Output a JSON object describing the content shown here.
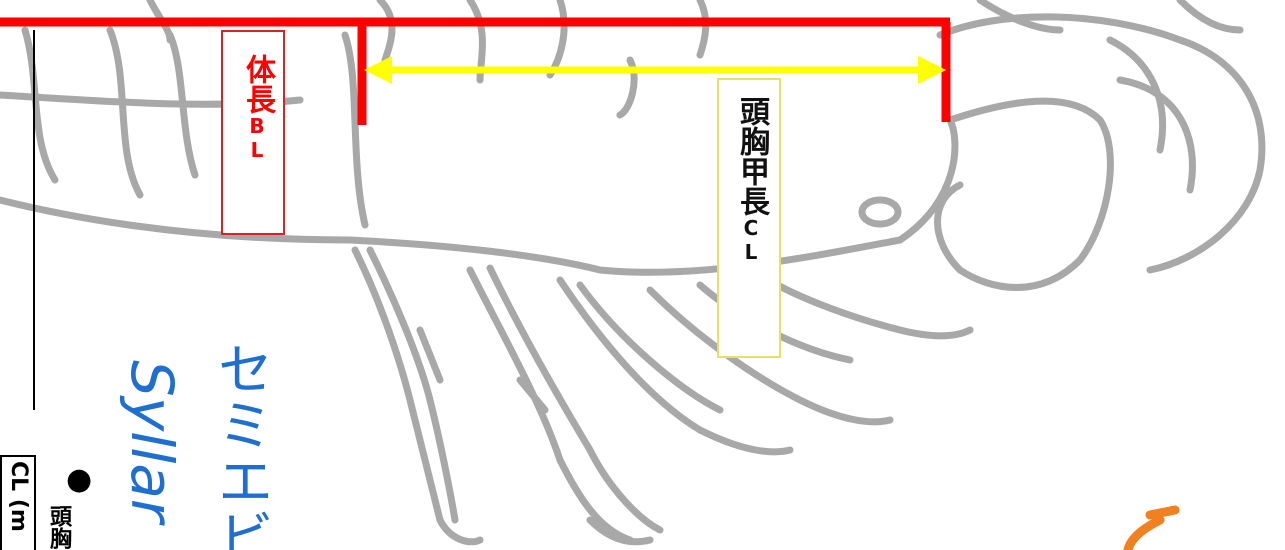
{
  "labels": {
    "body_length": "体長",
    "body_length_abbr": "BL",
    "carapace_length": "頭胸甲長",
    "carapace_length_abbr": "CL"
  },
  "title": {
    "japanese": "セミエビ",
    "scientific": "Syllar"
  },
  "bullet_text": "頭胸",
  "table_header": "CL (m",
  "colors": {
    "body_length_bracket": "#ff0000",
    "carapace_arrow": "#ffff00",
    "title_blue": "#1f6fd0",
    "sketch_grey": "#a8a8a8"
  }
}
